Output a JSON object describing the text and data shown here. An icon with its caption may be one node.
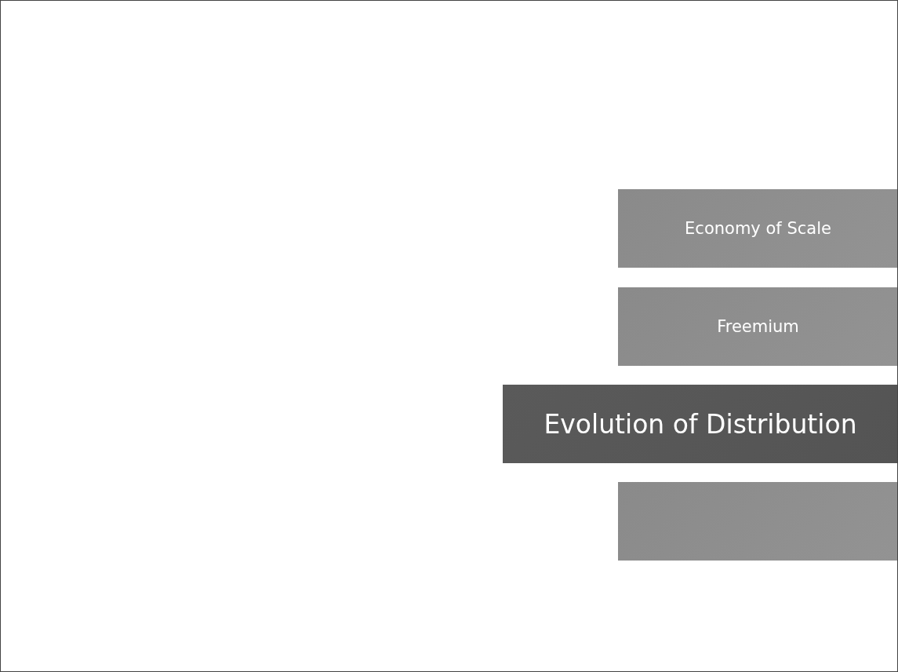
{
  "diagram": {
    "nodes": [
      {
        "text": [
          "Economy of Scale"
        ]
      },
      {
        "text": [
          "Freemium"
        ]
      },
      {
        "text": [
          "Evolution of Distribution"
        ]
      },
      {
        "text": [],
        "shape": "bar"
      }
    ]
  }
}
